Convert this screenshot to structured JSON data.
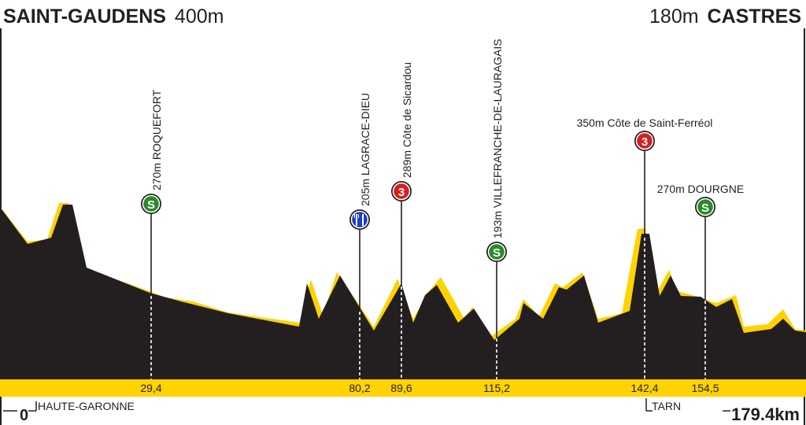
{
  "header": {
    "start_town": "SAINT-GAUDENS",
    "start_alt": "400m",
    "finish_alt": "180m",
    "finish_town": "CASTRES"
  },
  "footer": {
    "zero": "0",
    "dept_start": "HAUTE-GARONNE",
    "dept_end": "TARN",
    "total": "179.4km"
  },
  "markers": [
    {
      "km": "29,4",
      "label": "270m ROQUEFORT",
      "icon": "sprint-icon",
      "badge": "S",
      "color": "#2a8a2a"
    },
    {
      "km": "80,2",
      "label": "205m LAGRACE-DIEU",
      "icon": "feed-zone-icon",
      "badge": "",
      "color": "#1f3fbf"
    },
    {
      "km": "89,6",
      "label": "289m Côte de Sicardou",
      "icon": "climb-cat3-icon",
      "badge": "3",
      "color": "#d42020"
    },
    {
      "km": "115,2",
      "label": "193m VILLEFRANCHE-DE-LAURAGAIS",
      "icon": "sprint-icon",
      "badge": "S",
      "color": "#2a8a2a"
    },
    {
      "km": "142,4",
      "label": "350m Côte de Saint-Ferréol",
      "icon": "climb-cat3-icon",
      "badge": "3",
      "color": "#d42020"
    },
    {
      "km": "154,5",
      "label": "270m DOURGNE",
      "icon": "sprint-icon",
      "badge": "S",
      "color": "#2a8a2a"
    }
  ],
  "colors": {
    "terrain": "#231f20",
    "ridge": "#ffd200",
    "band": "#ffd200",
    "pole": "#231f20"
  }
}
